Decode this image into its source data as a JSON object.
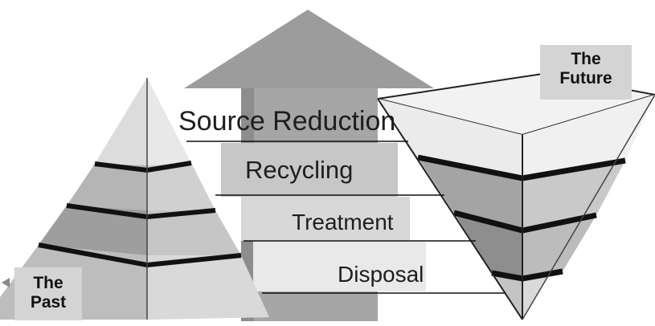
{
  "hierarchy_levels": [
    {
      "key": "source_reduction",
      "label": "Source Reduction"
    },
    {
      "key": "recycling",
      "label": "Recycling"
    },
    {
      "key": "treatment",
      "label": "Treatment"
    },
    {
      "key": "disposal",
      "label": "Disposal"
    }
  ],
  "past_box": {
    "line1": "The",
    "line2": "Past"
  },
  "future_box": {
    "line1": "The",
    "line2": "Future"
  },
  "colors": {
    "arrow_fill": "#9a9a9a",
    "band_light": "#e6e6e6",
    "band_mid": "#cfcfcf",
    "band_dark": "#a9a9a9",
    "separator": "#111111",
    "label_box": "#d4d4d4"
  }
}
